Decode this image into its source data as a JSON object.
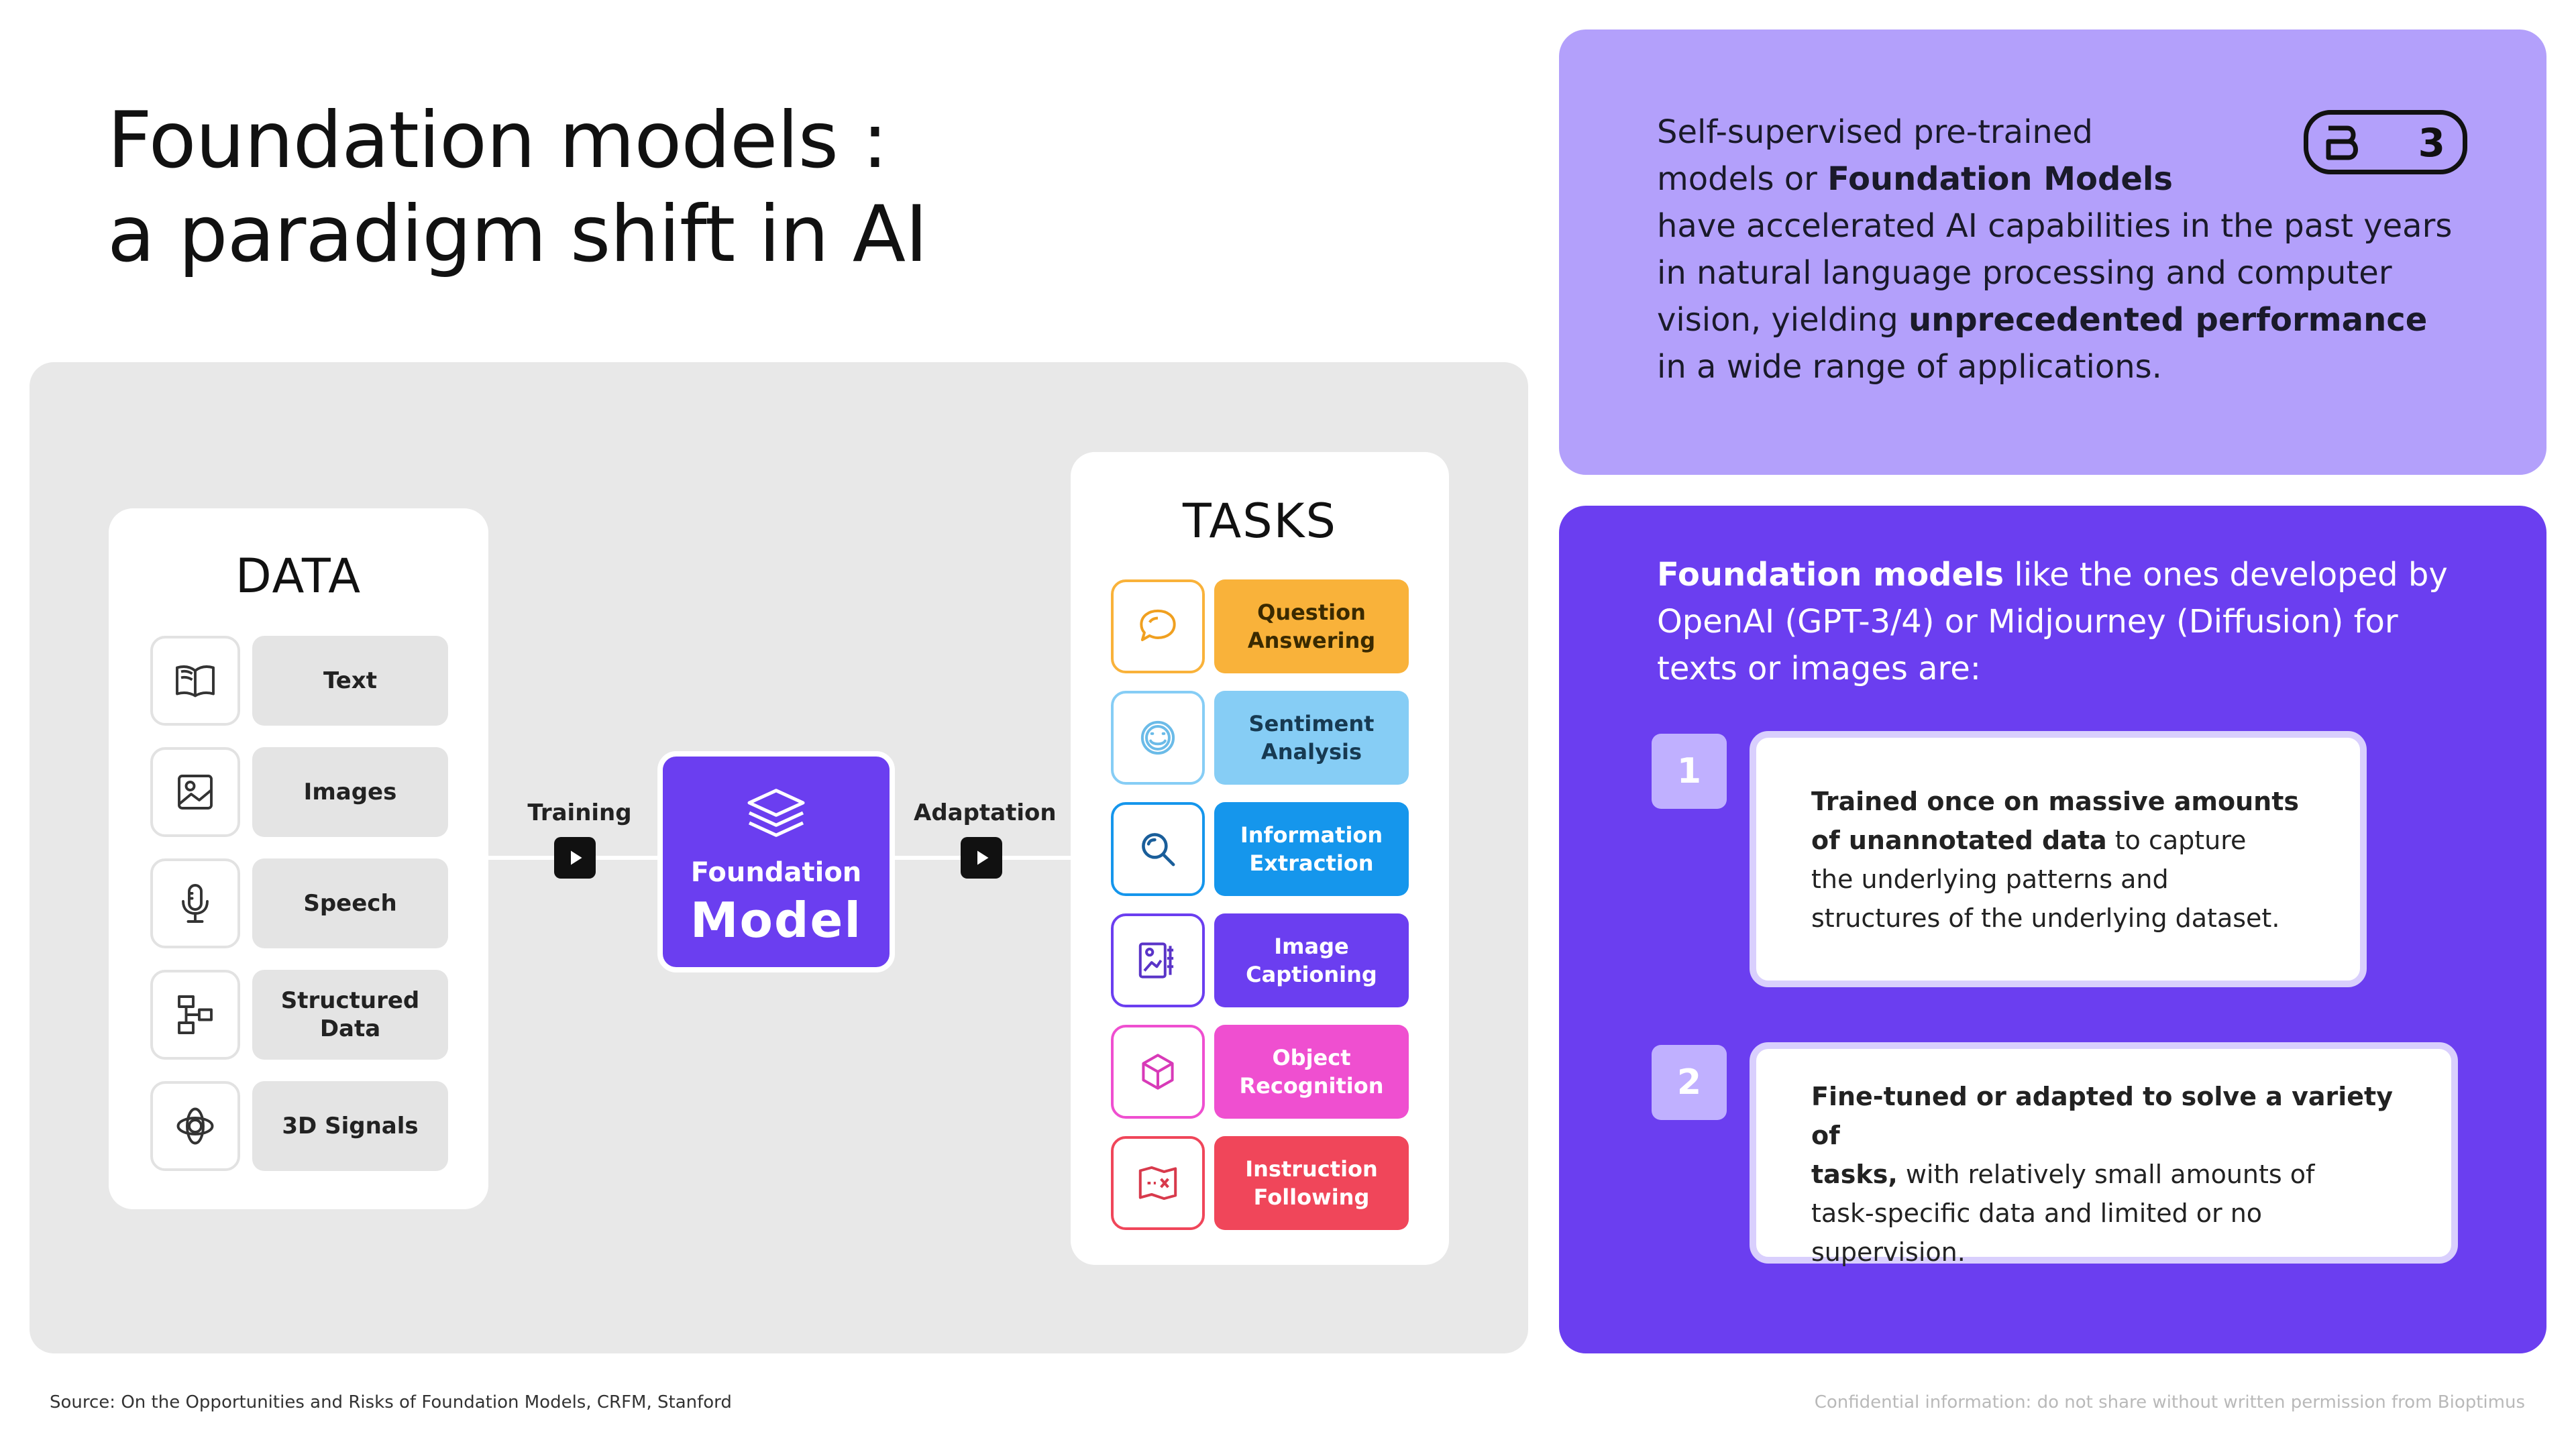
{
  "title": {
    "line1": "Foundation models :",
    "line2": "a paradigm shift in AI"
  },
  "data_panel": {
    "heading": "DATA",
    "items": [
      {
        "label": "Text",
        "icon": "book-icon"
      },
      {
        "label": "Images",
        "icon": "image-icon"
      },
      {
        "label": "Speech",
        "icon": "microphone-icon"
      },
      {
        "label": "Structured Data",
        "icon": "structured-data-icon"
      },
      {
        "label": "3D Signals",
        "icon": "3d-signal-icon"
      }
    ]
  },
  "flow": {
    "training_label": "Training",
    "adaptation_label": "Adaptation"
  },
  "foundation_model": {
    "line1": "Foundation",
    "line2": "Model"
  },
  "tasks_panel": {
    "heading": "TASKS",
    "items": [
      {
        "label": "Question Answering",
        "icon": "chat-bubble-icon",
        "color": "#f9b23a",
        "text_color": "#3a2a00"
      },
      {
        "label": "Sentiment Analysis",
        "icon": "smiley-icon",
        "color": "#86cdf5",
        "text_color": "#173a52"
      },
      {
        "label": "Information Extraction",
        "icon": "search-icon",
        "color": "#1596ec",
        "text_color": "#ffffff"
      },
      {
        "label": "Image Captioning",
        "icon": "image-caption-icon",
        "color": "#6b3ef0",
        "text_color": "#ffffff"
      },
      {
        "label": "Object Recognition",
        "icon": "cube-icon",
        "color": "#ef4fd0",
        "text_color": "#ffffff"
      },
      {
        "label": "Instruction Following",
        "icon": "instruction-map-icon",
        "color": "#f0465a",
        "text_color": "#ffffff"
      }
    ]
  },
  "intro": {
    "t1": "Self-supervised pre-trained",
    "t2": "models or ",
    "t2b": "Foundation Models",
    "t3": "have accelerated AI capabilities in the past years",
    "t4": "in natural language processing and computer",
    "t5": "vision, yielding ",
    "t5b": "unprecedented performance",
    "t6": "in a wide range of applications.",
    "logo_text": "3"
  },
  "fm_panel": {
    "intro_bold": "Foundation models",
    "intro_rest1": " like the ones developed by",
    "intro_line2": "OpenAI (GPT-3/4) or Midjourney (Diffusion) for",
    "intro_line3": "texts or images are:",
    "points": [
      {
        "number": "1",
        "bold1": "Trained once on massive amounts",
        "bold2": "of unannotated data",
        "rest2": " to capture",
        "line3": "the underlying patterns and",
        "line4": "structures of the underlying dataset."
      },
      {
        "number": "2",
        "bold1": "Fine-tuned or adapted to solve a variety of",
        "bold2": "tasks,",
        "rest2": " with relatively small amounts of",
        "line3": "task-specific data and limited or no",
        "line4": "supervision."
      }
    ]
  },
  "footer": {
    "source": "Source: On the Opportunities and Risks of Foundation Models, CRFM, Stanford",
    "confidential": "Confidential information: do not share without written permission from Bioptimus"
  }
}
